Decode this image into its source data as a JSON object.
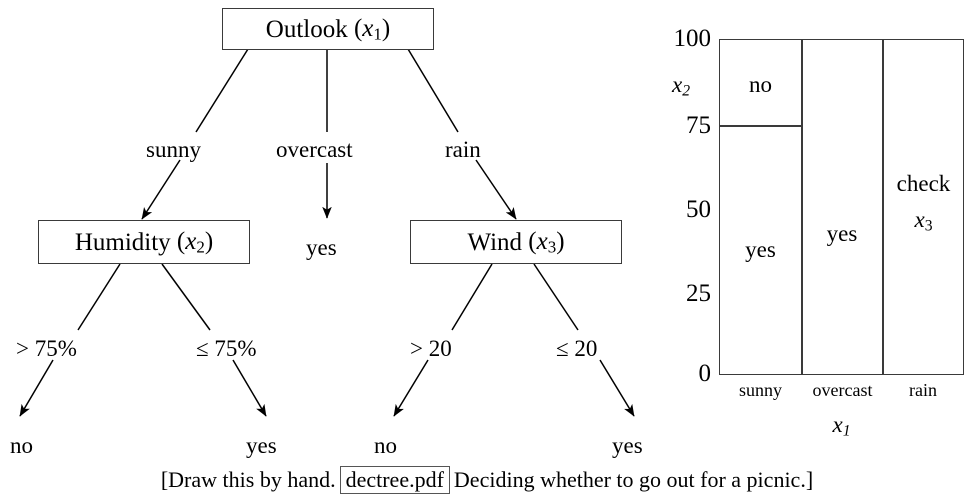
{
  "figure": {
    "type": "decision-tree-diagram",
    "caption_prefix": "[Draw this by hand.",
    "caption_file": "dectree.pdf",
    "caption_suffix": "Deciding whether to go out for a picnic.]"
  },
  "tree": {
    "root": {
      "label": "Outlook",
      "var": "x",
      "sub": "1"
    },
    "branches": [
      {
        "label": "sunny"
      },
      {
        "label": "overcast"
      },
      {
        "label": "rain"
      }
    ],
    "level2": [
      {
        "label": "Humidity",
        "var": "x",
        "sub": "2",
        "kind": "node"
      },
      {
        "label": "yes",
        "kind": "leaf"
      },
      {
        "label": "Wind",
        "var": "x",
        "sub": "3",
        "kind": "node"
      }
    ],
    "humidity_branches": [
      {
        "label": "> 75%"
      },
      {
        "label": "≤ 75%"
      }
    ],
    "wind_branches": [
      {
        "label": "> 20"
      },
      {
        "label": "≤ 20"
      }
    ],
    "leaves": [
      {
        "label": "no"
      },
      {
        "label": "yes"
      },
      {
        "label": "no"
      },
      {
        "label": "yes"
      }
    ]
  },
  "chart_data": {
    "type": "heatmap",
    "title": "",
    "xlabel": "x1",
    "ylabel": "x2",
    "x_axis_name": "x",
    "x_axis_sub": "1",
    "y_axis_name": "x",
    "y_axis_sub": "2",
    "categories": [
      "sunny",
      "overcast",
      "rain"
    ],
    "ylim": [
      0,
      100
    ],
    "yticks": [
      "0",
      "25",
      "50",
      "75",
      "100"
    ],
    "ytick_values": [
      0,
      25,
      50,
      75,
      100
    ],
    "grid": false,
    "legend": "none",
    "regions": [
      {
        "category": "sunny",
        "y_from": 75,
        "y_to": 100,
        "label": "no"
      },
      {
        "category": "sunny",
        "y_from": 0,
        "y_to": 75,
        "label": "yes"
      },
      {
        "category": "overcast",
        "y_from": 0,
        "y_to": 100,
        "label": "yes"
      },
      {
        "category": "rain",
        "y_from": 0,
        "y_to": 100,
        "label": "check",
        "label2": "x",
        "label2_sub": "3"
      }
    ]
  }
}
